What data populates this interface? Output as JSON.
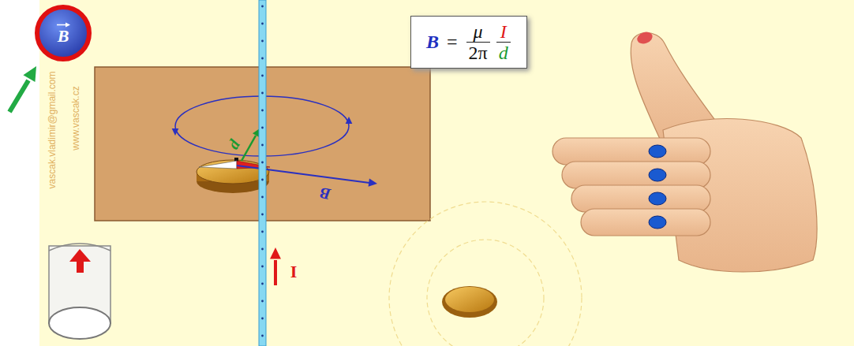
{
  "diagram": {
    "nodes": [
      {
        "text": [
          "B"
        ]
      },
      {
        "text": [
          "B",
          "=",
          "μ",
          "2π",
          "I",
          "d"
        ]
      }
    ],
    "labels": [
      "vascak.vladimir@gmail.com",
      "www.vascak.cz",
      "d",
      "B",
      "I"
    ]
  }
}
